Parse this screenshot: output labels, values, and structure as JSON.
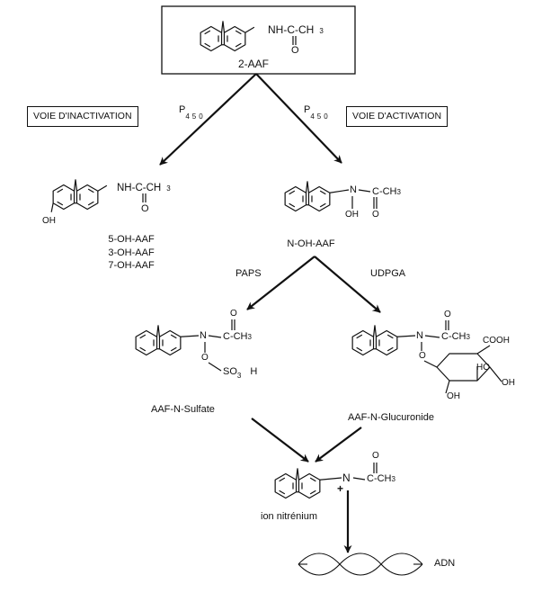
{
  "start": {
    "label": "2-AAF",
    "group": "NH-C-CH",
    "sub": "3",
    "oxygen": "O"
  },
  "pathways": {
    "inactivation": {
      "label": "VOIE D'INACTIVATION",
      "enzyme": "P",
      "enzyme_sub": "450"
    },
    "activation": {
      "label": "VOIE D'ACTIVATION",
      "enzyme": "P",
      "enzyme_sub": "450"
    }
  },
  "inactivation_products": {
    "group": "NH-C-CH",
    "sub": "3",
    "oxygen": "O",
    "oh": "OH",
    "metabolites": [
      "5-OH-AAF",
      "3-OH-AAF",
      "7-OH-AAF"
    ]
  },
  "n_oh_aaf": {
    "label": "N-OH-AAF",
    "n": "N",
    "oh": "OH",
    "acyl": "C-CH",
    "sub": "3",
    "oxygen": "O"
  },
  "conjugation": {
    "sulfation": {
      "cofactor": "PAPS",
      "product": "AAF-N-Sulfate",
      "o": "O",
      "so3": "SO",
      "so3_sub": "3",
      "h": "H"
    },
    "glucuronidation": {
      "cofactor": "UDPGA",
      "product": "AAF-N-Glucuronide",
      "cooh": "COOH",
      "ho": "HO",
      "oh1": "OH",
      "oh2": "OH"
    }
  },
  "nitrenium": {
    "label": "ion  nitrénium",
    "n": "N",
    "charge": "+",
    "acyl": "C-CH",
    "sub": "3",
    "oxygen": "O"
  },
  "target": {
    "label": "ADN"
  },
  "icons": [
    "fluorene-ring",
    "glucuronide-ring",
    "dna-helix",
    "arrow"
  ]
}
